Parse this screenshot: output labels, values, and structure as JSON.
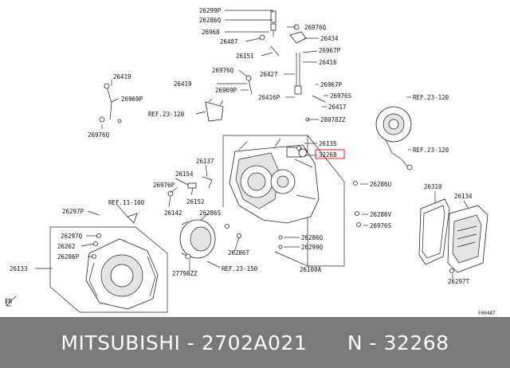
{
  "labels": {
    "p26299P": "26299P",
    "p26286Q_top": "26286Q",
    "p26968": "26968",
    "p26487": "26487",
    "p26976Q_tr": "26976Q",
    "p26434": "26434",
    "p26151": "26151",
    "p26967P_a": "26967P",
    "p26416": "26416",
    "p26976Q_mid": "26976Q",
    "p26427": "26427",
    "p26419_a": "26419",
    "p26969P_a": "26969P",
    "p26419_b": "26419",
    "p26969P_b": "26969P",
    "p26967P_b": "26967P",
    "p26416P": "26416P",
    "p26976S_a": "26976S",
    "p26417": "26417",
    "p28078ZZ": "28078ZZ",
    "p26976Q_left": "26976Q",
    "p26135": "26135",
    "p32268": "32268",
    "p26137": "26137",
    "p26154": "26154",
    "p26976P": "26976P",
    "p26152": "26152",
    "p26142": "26142",
    "p26286S": "26286S",
    "p26297P_a": "26297P",
    "p26297Q": "26297Q",
    "p26262": "26262",
    "p26286P": "26286P",
    "p26133": "26133",
    "p26286U": "26286U",
    "p26286V": "26286V",
    "p26976S_b": "26976S",
    "p26286T": "26286T",
    "p26286Q_b": "26286Q",
    "p26299Q": "26299Q",
    "p26100A": "26100A",
    "p27798ZZ": "27798ZZ",
    "p26310": "26310",
    "p26134": "26134",
    "p26297T": "26297T",
    "ref23_a": "REF.23-120",
    "ref23_b": "REF.23-120",
    "ref23_c": "REF.23-120",
    "ref11": "REF.11-100",
    "ref23_150": "REF.23-150",
    "fr": "FR",
    "code": "F00487"
  },
  "highlight_part": "32268",
  "highlight_color": "#e31b1b",
  "footer": {
    "text": "MITSUBISHI - 2702A021      N - 32268"
  }
}
